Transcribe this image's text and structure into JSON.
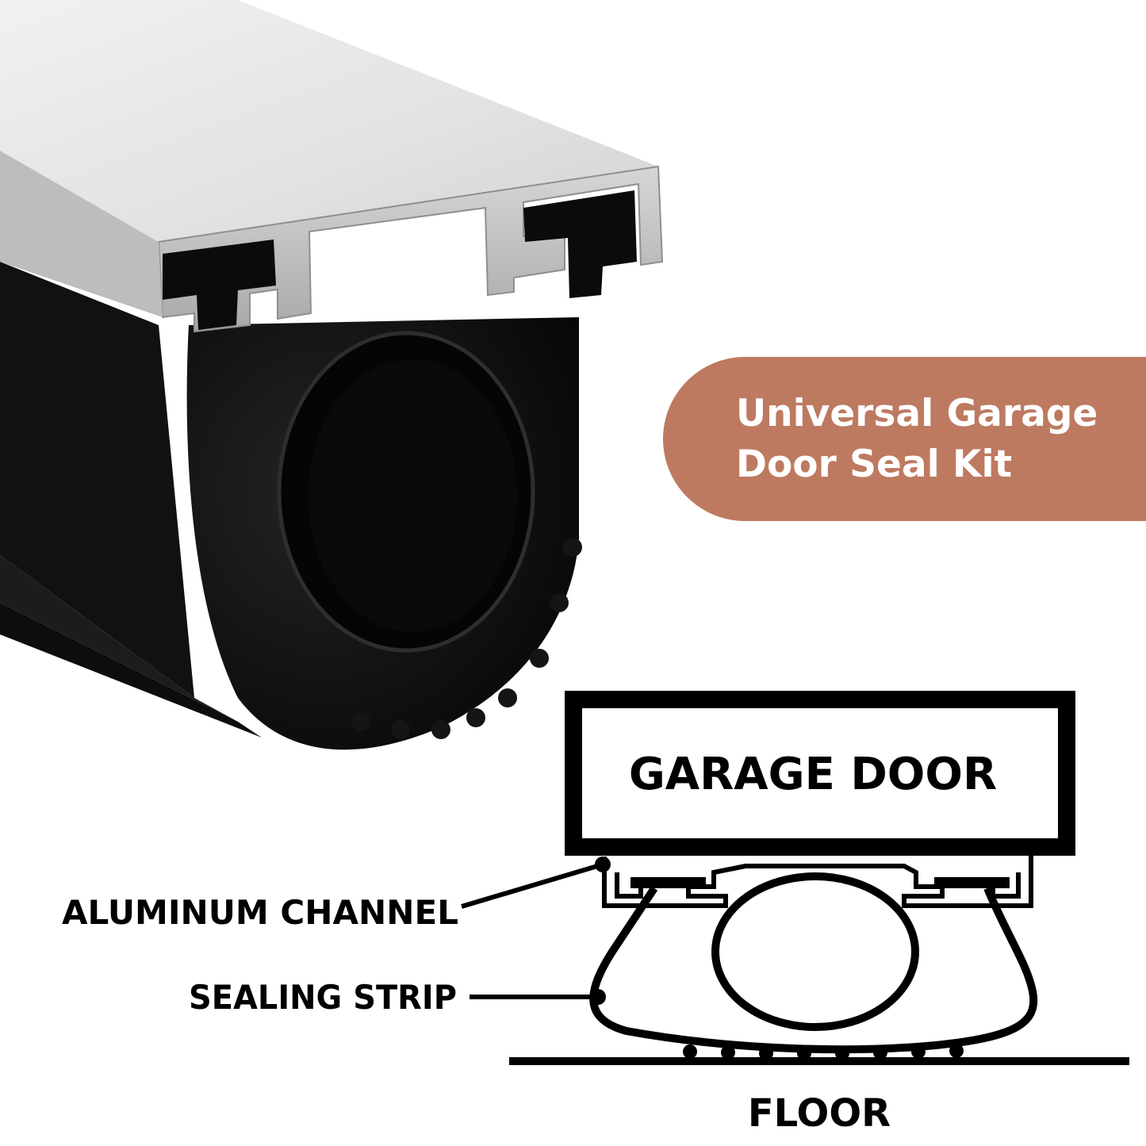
{
  "title": {
    "line1": "Universal Garage",
    "line2": "Door Seal Kit"
  },
  "diagram": {
    "door_label": "GARAGE DOOR",
    "channel_label": "ALUMINUM CHANNEL",
    "strip_label": "SEALING STRIP",
    "floor_label": "FLOOR"
  },
  "colors": {
    "accent": "#bd7a60",
    "aluminum": "#e6e6e6",
    "rubber": "#0b0b0b",
    "line": "#000000"
  }
}
